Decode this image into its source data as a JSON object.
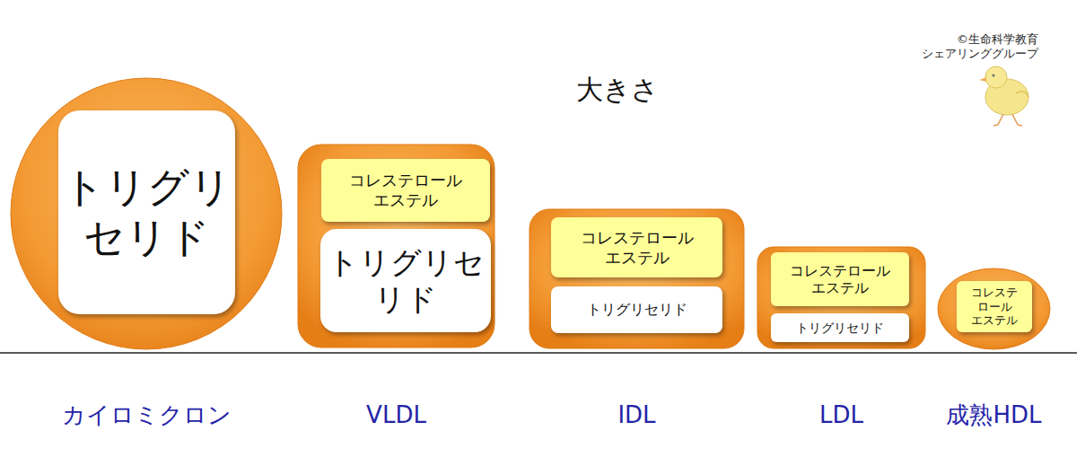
{
  "diagram": {
    "title": "大きさ",
    "nodes": [
      {
        "text": [
          "カイロミクロン"
        ]
      },
      {
        "text": [
          "トリグリ セリド"
        ],
        "in": 0
      },
      {
        "text": [
          "VLDL"
        ]
      },
      {
        "text": [
          "コレステロール エステル"
        ],
        "in": 2
      },
      {
        "text": [
          "トリグリセ リド"
        ],
        "in": 2
      },
      {
        "text": [
          "IDL"
        ]
      },
      {
        "text": [
          "コレステロール エステル"
        ],
        "in": 5
      },
      {
        "text": [
          "トリグリセリド"
        ],
        "in": 5
      },
      {
        "text": [
          "LDL"
        ]
      },
      {
        "text": [
          "コレステロール エステル"
        ],
        "in": 8
      },
      {
        "text": [
          "トリグリセリド"
        ],
        "in": 8
      },
      {
        "text": [
          "成熟HDL"
        ]
      },
      {
        "text": [
          "コレステ ロール エステル"
        ],
        "in": 11
      }
    ],
    "labels": [
      "©生命科学教育 シェアリンググループ"
    ]
  }
}
